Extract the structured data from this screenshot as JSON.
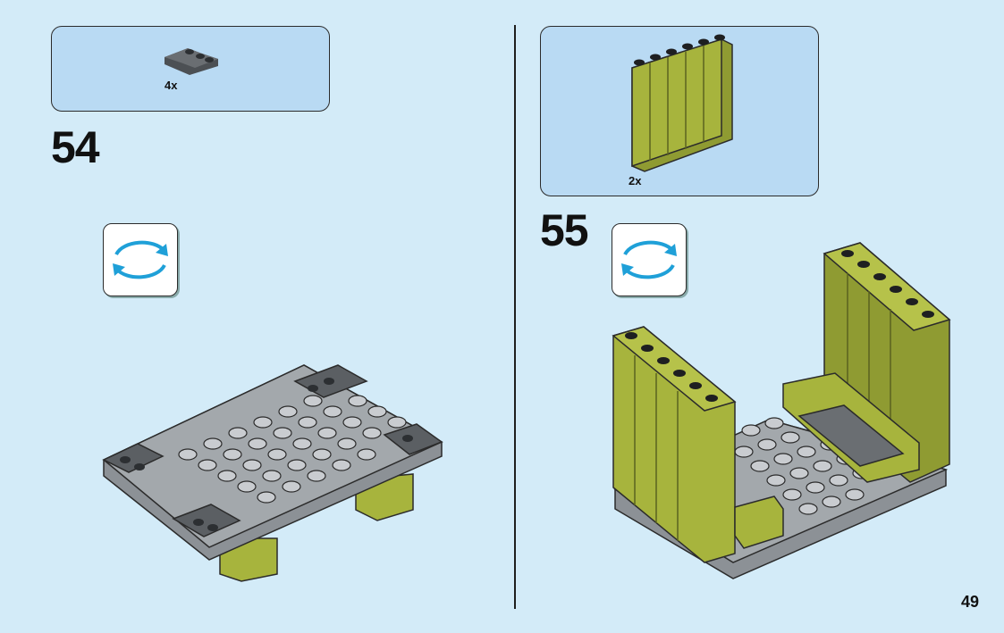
{
  "colors": {
    "background": "#d3ebf8",
    "parts_box": "#b9daf3",
    "lime_green": "#a7b43d",
    "dark_gray": "#5b5f63",
    "light_gray": "#a3a8ac",
    "rotate_arrow": "#1fa0d8"
  },
  "steps": [
    {
      "number": "54",
      "parts": [
        {
          "icon": "dark-gray-corner-plate-icon",
          "quantity": "4x"
        }
      ],
      "rotate_icon": "rotate-model-icon"
    },
    {
      "number": "55",
      "parts": [
        {
          "icon": "lime-wall-panel-icon",
          "quantity": "2x"
        }
      ],
      "rotate_icon": "rotate-model-icon"
    }
  ],
  "page": {
    "number": "49"
  }
}
